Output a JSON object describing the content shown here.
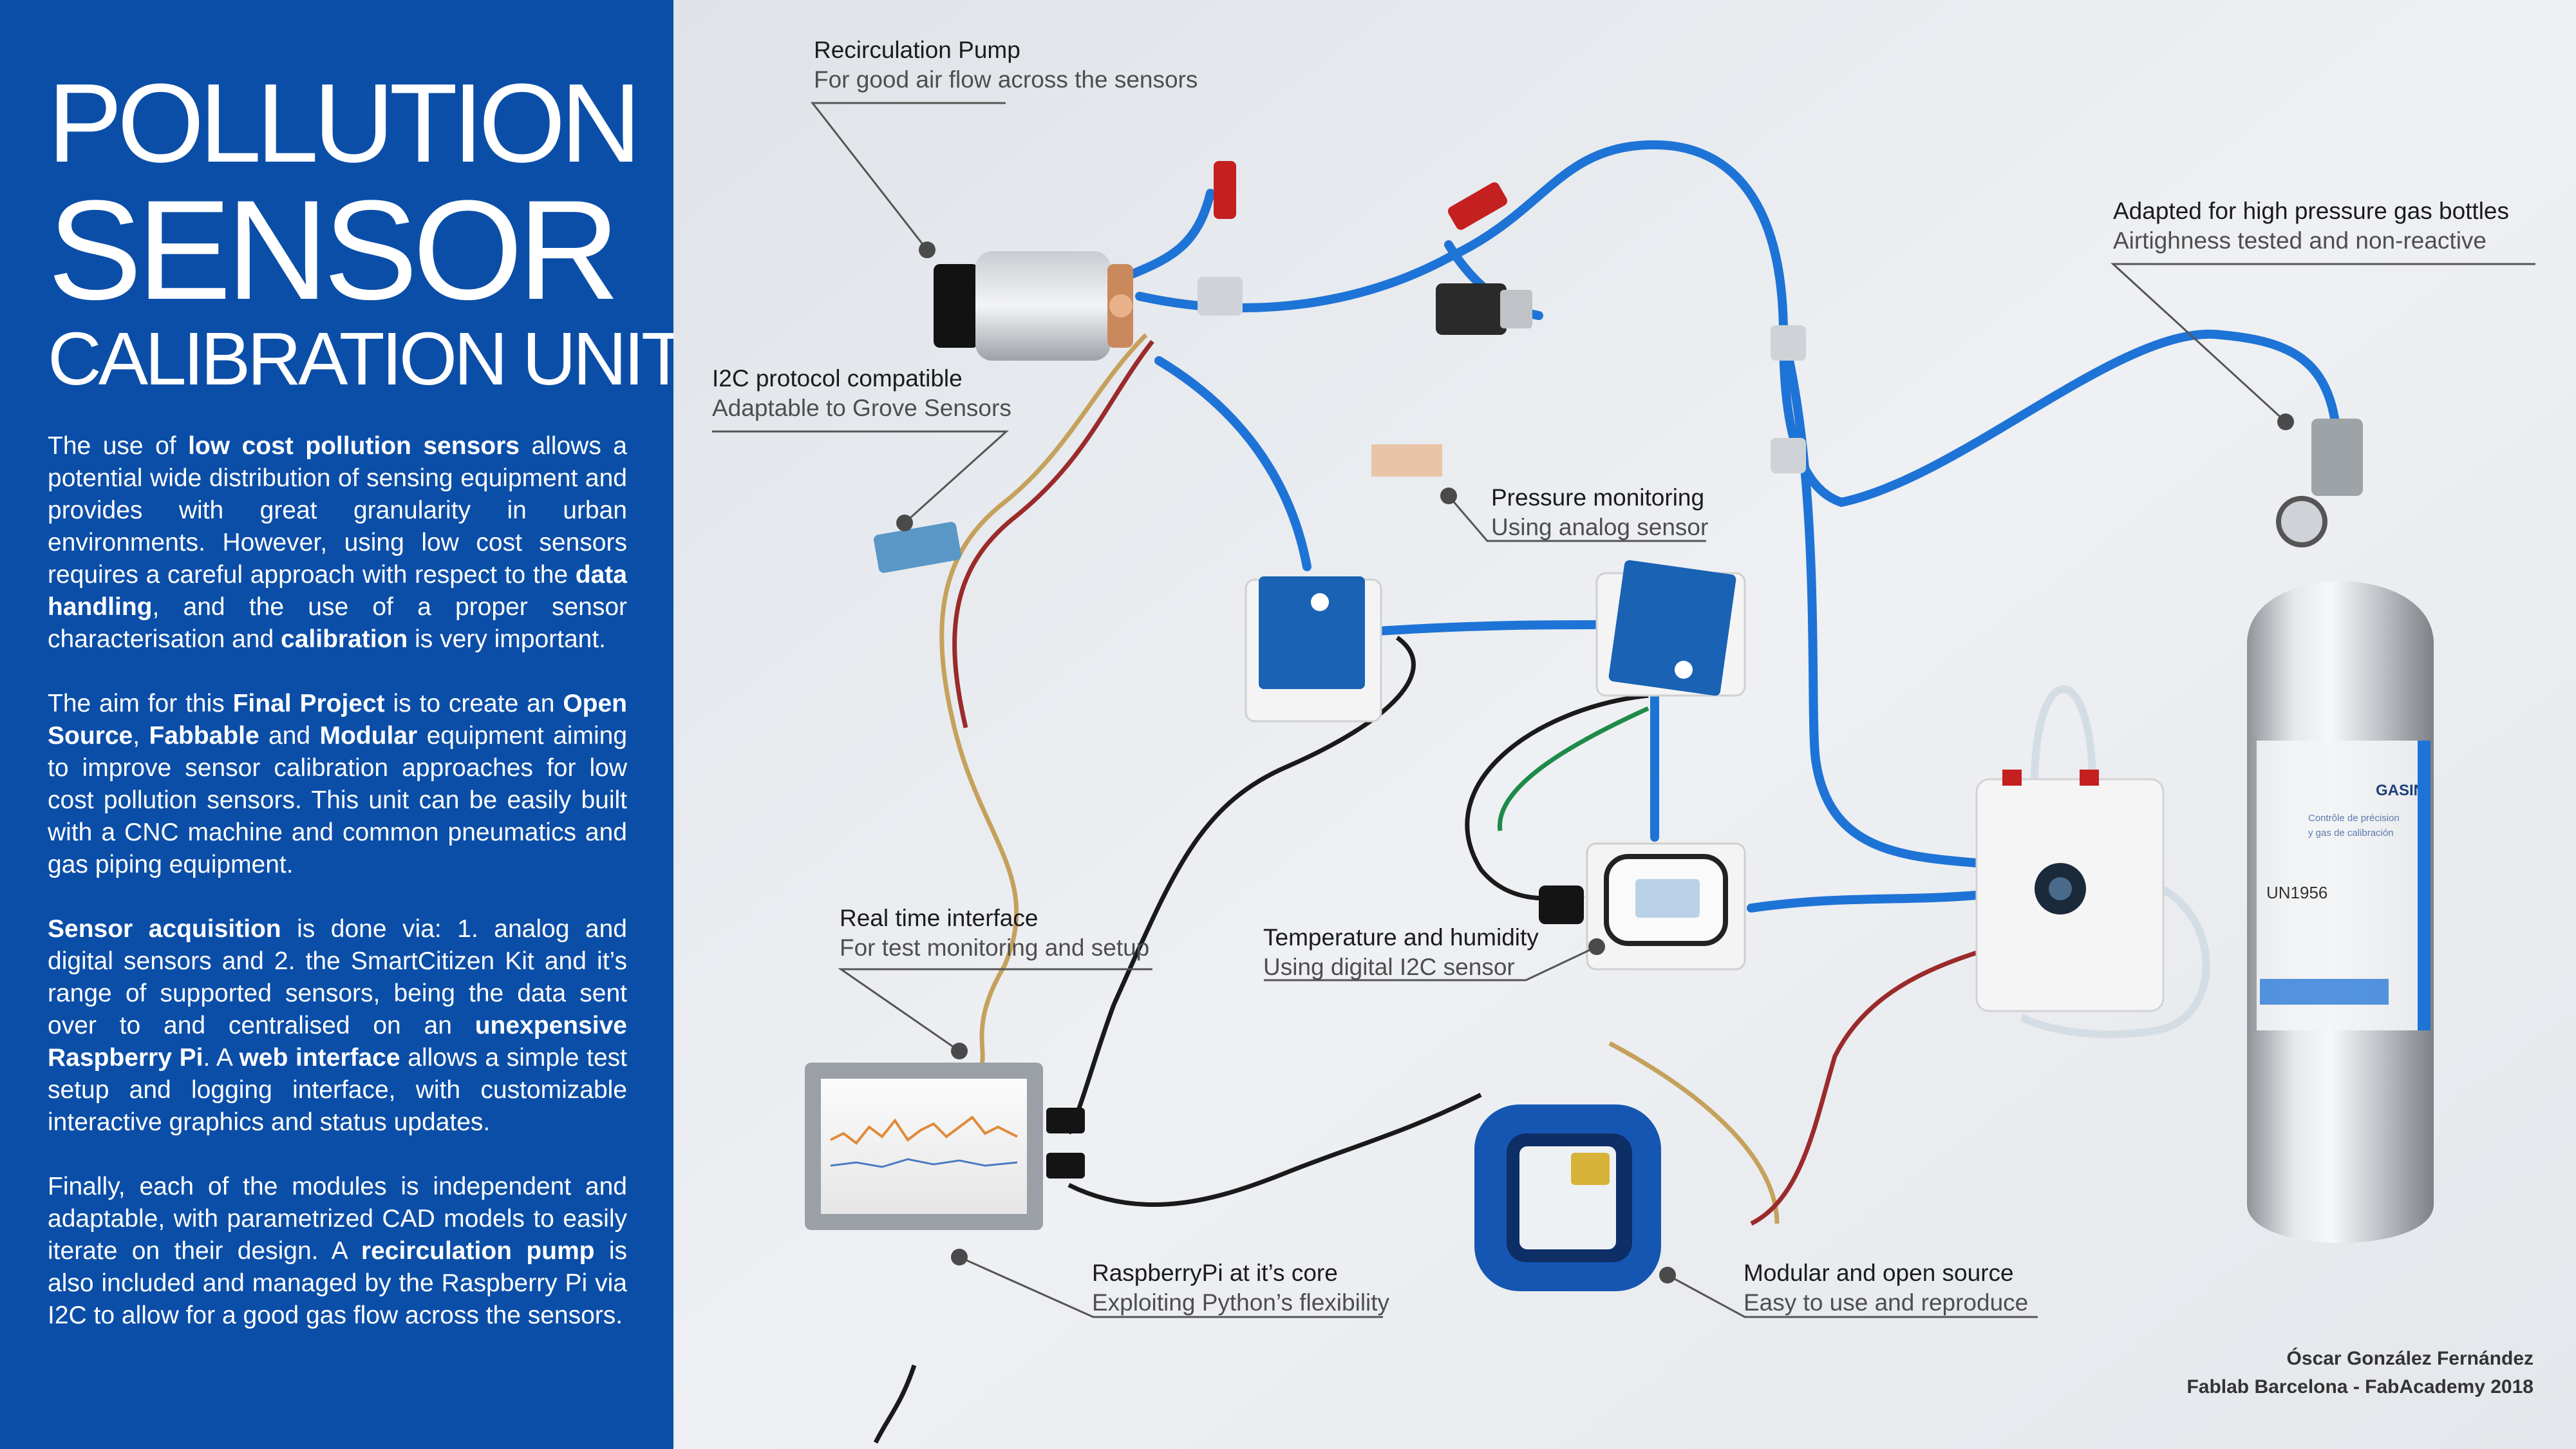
{
  "title": {
    "line1": "POLLUTION",
    "line2": "SENSOR",
    "line3": "CALIBRATION UNIT"
  },
  "paragraphs": [
    [
      "The use of ",
      {
        "b": "low cost pollution sensors"
      },
      " allows a potential wide distribution of sensing equipment and provides with great granularity in urban environments. However, using low cost sensors requires a careful approach with respect to the ",
      {
        "b": "data handling"
      },
      ", and the use of a proper sensor characterisation and ",
      {
        "b": "calibration"
      },
      " is very important."
    ],
    [
      "The aim for this ",
      {
        "b": "Final Project"
      },
      " is to create an ",
      {
        "b": "Open Source"
      },
      ", ",
      {
        "b": "Fabbable"
      },
      " and ",
      {
        "b": "Modular"
      },
      " equipment aiming to improve sensor calibration approaches for low cost pollution sensors. This unit can be easily built with a CNC machine and common pneumatics and gas piping equipment."
    ],
    [
      {
        "b": "Sensor acquisition"
      },
      " is done via: 1. analog and digital sensors and 2. the SmartCitizen Kit and it’s range of supported sensors, being the data sent  over to and centralised on an ",
      {
        "b": "unexpensive Raspberry Pi"
      },
      ". A ",
      {
        "b": "web interface"
      },
      " allows a simple test setup and logging interface, with customizable interactive graphics and status updates."
    ],
    [
      "Finally, each of the modules is independent and adaptable, with parametrized CAD models to easily iterate on their design. A ",
      {
        "b": "recirculation pump"
      },
      " is also included and managed by the Raspberry Pi via I2C to allow for a good gas flow across the sensors."
    ]
  ],
  "callouts": [
    {
      "heading": "Recirculation Pump",
      "sub": "For good air flow across the sensors"
    },
    {
      "heading": "Adapted for high pressure gas bottles",
      "sub": "Airtighness tested and non-reactive"
    },
    {
      "heading": "I2C protocol compatible",
      "sub": "Adaptable to Grove Sensors"
    },
    {
      "heading": "Pressure monitoring",
      "sub": "Using analog sensor"
    },
    {
      "heading": "Real time interface",
      "sub": "For test monitoring and setup"
    },
    {
      "heading": "Temperature and humidity",
      "sub": "Using digital I2C sensor"
    },
    {
      "heading": "RaspberryPi at it’s core",
      "sub": "Exploiting Python’s flexibility"
    },
    {
      "heading": "Modular and open source",
      "sub": "Easy to use and reproduce"
    }
  ],
  "photo_text": {
    "bottle_brand": "GASIN",
    "bottle_un": "UN1956",
    "bottle_pt1": "Contrôle de précision",
    "bottle_pt2": "y gas de calibración"
  },
  "credit": {
    "author": "Óscar González Fernández",
    "org": "Fablab Barcelona - FabAcademy 2018"
  },
  "colors": {
    "panel_blue": "#0b4ea8",
    "tube_blue": "#1e73d6",
    "background": "#e9ecef"
  }
}
